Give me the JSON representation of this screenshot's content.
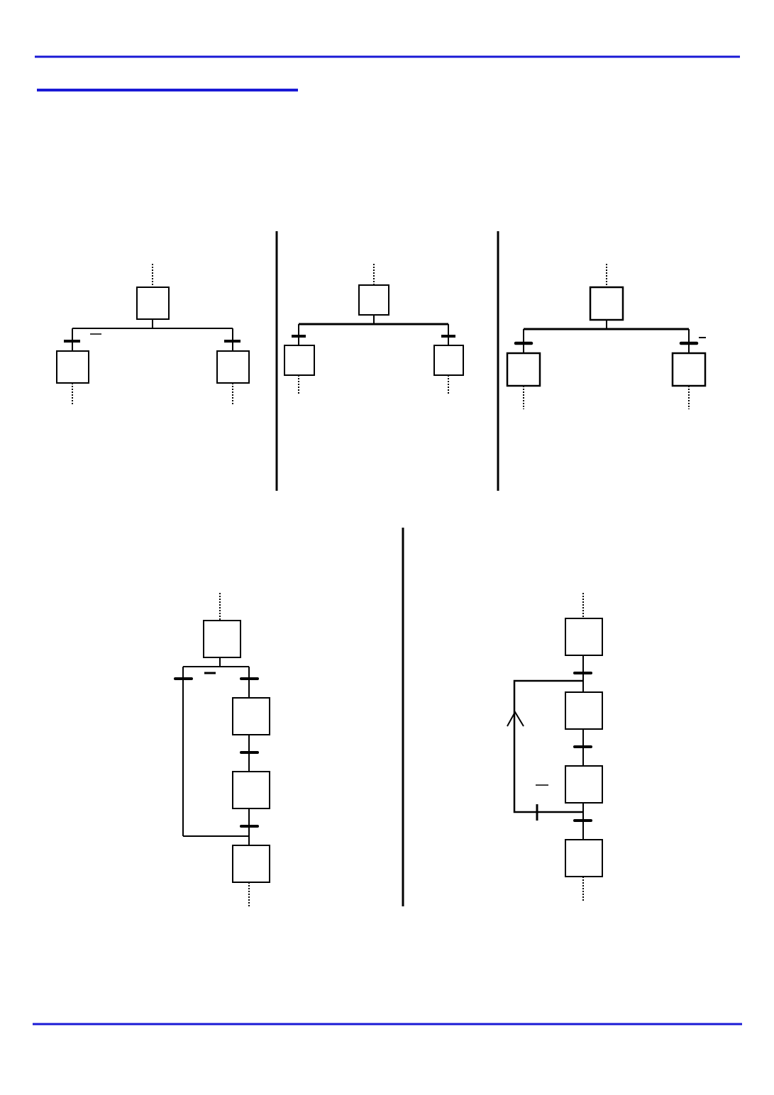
{
  "page": {
    "background": "#ffffff"
  },
  "colors": {
    "rule": "#1a1ad6",
    "ink": "#000000"
  },
  "sections": [
    {
      "id": "top",
      "diagrams": [
        "divergence-or-a",
        "divergence-or-b",
        "divergence-or-c"
      ]
    },
    {
      "id": "bottom",
      "diagrams": [
        "step-skip",
        "step-repeat"
      ]
    }
  ],
  "diagrams": {
    "divergence-or-a": {
      "steps": 3,
      "transitions": 2,
      "overbar_marks": 1
    },
    "divergence-or-b": {
      "steps": 3,
      "transitions": 2,
      "overbar_marks": 0
    },
    "divergence-or-c": {
      "steps": 3,
      "transitions": 2,
      "overbar_marks": 1
    },
    "step-skip": {
      "steps": 4,
      "transitions": 4,
      "overbar_marks": 1
    },
    "step-repeat": {
      "steps": 4,
      "transitions": 4,
      "overbar_marks": 1,
      "arrow": "up"
    }
  }
}
